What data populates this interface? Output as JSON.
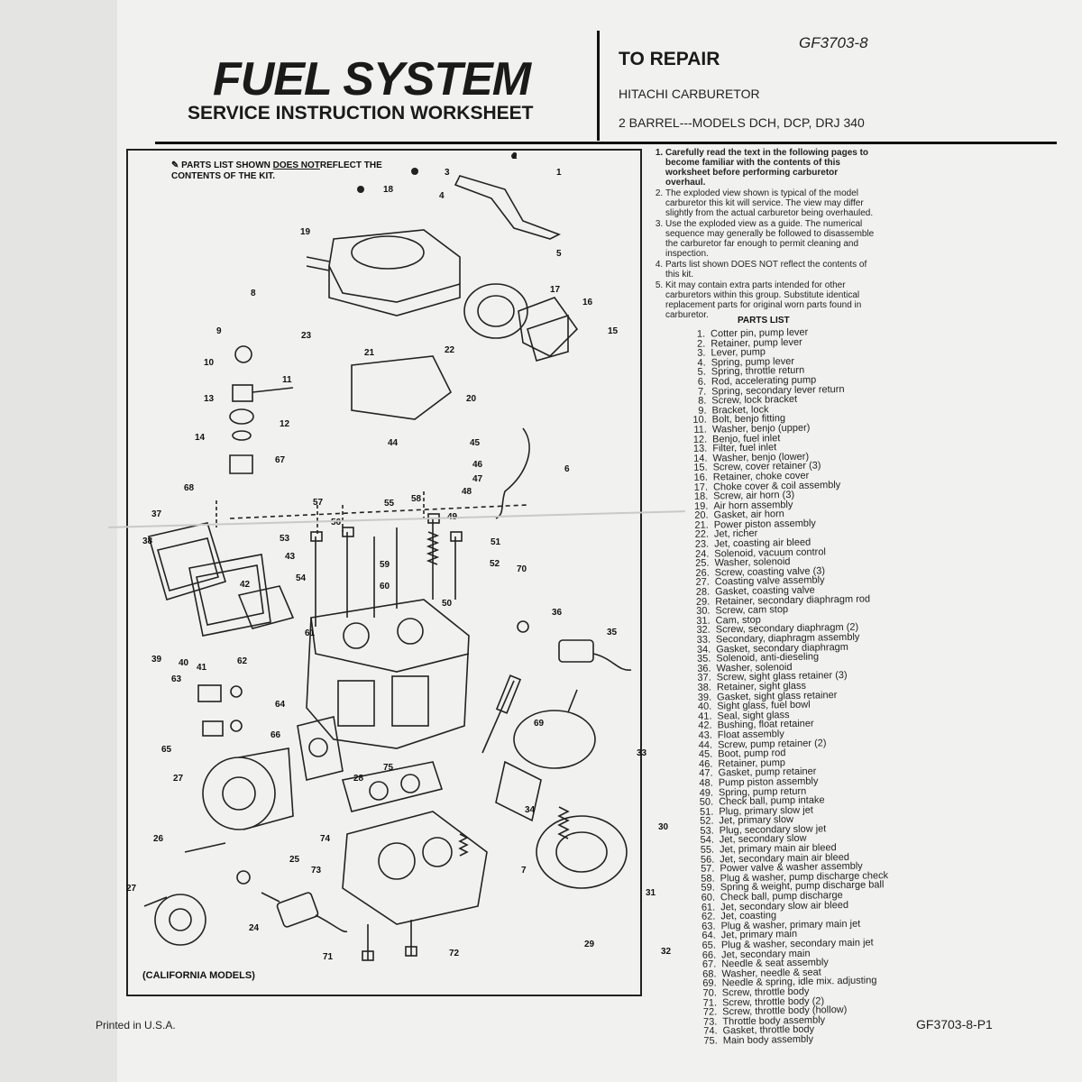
{
  "header": {
    "title": "FUEL SYSTEM",
    "subtitle": "SERVICE INSTRUCTION WORKSHEET",
    "repair_title": "TO REPAIR",
    "repair_line1": "HITACHI CARBURETOR",
    "repair_line2": "2 BARREL---MODELS DCH, DCP, DRJ 340",
    "doc_number": "GF3703-8"
  },
  "diagram": {
    "kit_note_prefix": "PARTS LIST SHOWN ",
    "kit_note_emph": "DOES NOT",
    "kit_note_suffix": "REFLECT THE CONTENTS OF THE KIT.",
    "california_label": "(CALIFORNIA MODELS)",
    "callouts": [
      "1",
      "2",
      "3",
      "4",
      "5",
      "6",
      "7",
      "8",
      "9",
      "10",
      "11",
      "12",
      "13",
      "14",
      "15",
      "16",
      "17",
      "18",
      "19",
      "20",
      "21",
      "22",
      "23",
      "24",
      "25",
      "26",
      "27",
      "28",
      "29",
      "30",
      "31",
      "32",
      "33",
      "34",
      "35",
      "36",
      "37",
      "38",
      "39",
      "40",
      "41",
      "42",
      "43",
      "44",
      "45",
      "46",
      "47",
      "48",
      "49",
      "50",
      "51",
      "52",
      "53",
      "54",
      "55",
      "56",
      "57",
      "58",
      "59",
      "60",
      "61",
      "62",
      "63",
      "64",
      "65",
      "66",
      "67",
      "68",
      "69",
      "70",
      "71",
      "72",
      "73",
      "74",
      "75",
      "27"
    ]
  },
  "instructions": [
    "Carefully read the text in the following pages to become familiar with the contents of this worksheet before performing carburetor overhaul.",
    "The exploded view shown is typical of the model carburetor this kit will service. The view may differ slightly from the actual carburetor being overhauled.",
    "Use the exploded view as a guide. The numerical sequence may generally be followed to disassemble the carburetor far enough to permit cleaning and inspection.",
    "Parts list shown DOES NOT reflect the contents of this kit.",
    "Kit may contain extra parts intended for other carburetors within this group. Substitute identical replacement parts for original worn parts found in carburetor."
  ],
  "parts_list_title": "PARTS LIST",
  "parts_list": [
    {
      "n": "1.",
      "t": "Cotter pin, pump lever"
    },
    {
      "n": "2.",
      "t": "Retainer, pump lever"
    },
    {
      "n": "3.",
      "t": "Lever, pump"
    },
    {
      "n": "4.",
      "t": "Spring, pump lever"
    },
    {
      "n": "5.",
      "t": "Spring, throttle return"
    },
    {
      "n": "6.",
      "t": "Rod, accelerating pump"
    },
    {
      "n": "7.",
      "t": "Spring, secondary lever return"
    },
    {
      "n": "8.",
      "t": "Screw, lock bracket"
    },
    {
      "n": "9.",
      "t": "Bracket, lock"
    },
    {
      "n": "10.",
      "t": "Bolt, benjo fitting"
    },
    {
      "n": "11.",
      "t": "Washer, benjo (upper)"
    },
    {
      "n": "12.",
      "t": "Benjo, fuel inlet"
    },
    {
      "n": "13.",
      "t": "Filter, fuel inlet"
    },
    {
      "n": "14.",
      "t": "Washer, benjo (lower)"
    },
    {
      "n": "15.",
      "t": "Screw, cover retainer (3)"
    },
    {
      "n": "16.",
      "t": "Retainer, choke cover"
    },
    {
      "n": "17.",
      "t": "Choke cover & coil assembly"
    },
    {
      "n": "18.",
      "t": "Screw, air horn (3)"
    },
    {
      "n": "19.",
      "t": "Air horn assembly"
    },
    {
      "n": "20.",
      "t": "Gasket, air horn"
    },
    {
      "n": "21.",
      "t": "Power piston assembly"
    },
    {
      "n": "22.",
      "t": "Jet, richer"
    },
    {
      "n": "23.",
      "t": "Jet, coasting air bleed"
    },
    {
      "n": "24.",
      "t": "Solenoid, vacuum control"
    },
    {
      "n": "25.",
      "t": "Washer, solenoid"
    },
    {
      "n": "26.",
      "t": "Screw, coasting valve (3)"
    },
    {
      "n": "27.",
      "t": "Coasting valve assembly"
    },
    {
      "n": "28.",
      "t": "Gasket, coasting valve"
    },
    {
      "n": "29.",
      "t": "Retainer, secondary diaphragm rod"
    },
    {
      "n": "30.",
      "t": "Screw, cam stop"
    },
    {
      "n": "31.",
      "t": "Cam, stop"
    },
    {
      "n": "32.",
      "t": "Screw, secondary diaphragm (2)"
    },
    {
      "n": "33.",
      "t": "Secondary, diaphragm assembly"
    },
    {
      "n": "34.",
      "t": "Gasket, secondary diaphragm"
    },
    {
      "n": "35.",
      "t": "Solenoid, anti-dieseling"
    },
    {
      "n": "36.",
      "t": "Washer, solenoid"
    },
    {
      "n": "37.",
      "t": "Screw, sight glass retainer (3)"
    },
    {
      "n": "38.",
      "t": "Retainer, sight glass"
    },
    {
      "n": "39.",
      "t": "Gasket, sight glass retainer"
    },
    {
      "n": "40.",
      "t": "Sight glass, fuel bowl"
    },
    {
      "n": "41.",
      "t": "Seal, sight glass"
    },
    {
      "n": "42.",
      "t": "Bushing, float retainer"
    },
    {
      "n": "43.",
      "t": "Float assembly"
    },
    {
      "n": "44.",
      "t": "Screw, pump retainer (2)"
    },
    {
      "n": "45.",
      "t": "Boot, pump rod"
    },
    {
      "n": "46.",
      "t": "Retainer, pump"
    },
    {
      "n": "47.",
      "t": "Gasket, pump retainer"
    },
    {
      "n": "48.",
      "t": "Pump piston assembly"
    },
    {
      "n": "49.",
      "t": "Spring, pump return"
    },
    {
      "n": "50.",
      "t": "Check ball, pump intake"
    },
    {
      "n": "51.",
      "t": "Plug, primary slow jet"
    },
    {
      "n": "52.",
      "t": "Jet, primary slow"
    },
    {
      "n": "53.",
      "t": "Plug, secondary slow jet"
    },
    {
      "n": "54.",
      "t": "Jet, secondary slow"
    },
    {
      "n": "55.",
      "t": "Jet, primary main air bleed"
    },
    {
      "n": "56.",
      "t": "Jet, secondary main air bleed"
    },
    {
      "n": "57.",
      "t": "Power valve & washer assembly"
    },
    {
      "n": "58.",
      "t": "Plug & washer, pump discharge check"
    },
    {
      "n": "59.",
      "t": "Spring & weight, pump discharge ball"
    },
    {
      "n": "60.",
      "t": "Check ball, pump discharge"
    },
    {
      "n": "61.",
      "t": "Jet, secondary slow air bleed"
    },
    {
      "n": "62.",
      "t": "Jet, coasting"
    },
    {
      "n": "63.",
      "t": "Plug & washer, primary main jet"
    },
    {
      "n": "64.",
      "t": "Jet, primary main"
    },
    {
      "n": "65.",
      "t": "Plug & washer, secondary main jet"
    },
    {
      "n": "66.",
      "t": "Jet, secondary main"
    },
    {
      "n": "67.",
      "t": "Needle & seat assembly"
    },
    {
      "n": "68.",
      "t": "Washer, needle & seat"
    },
    {
      "n": "69.",
      "t": "Needle & spring, idle mix. adjusting"
    },
    {
      "n": "70.",
      "t": "Screw, throttle body"
    },
    {
      "n": "71.",
      "t": "Screw, throttle body (2)"
    },
    {
      "n": "72.",
      "t": "Screw, throttle body (hollow)"
    },
    {
      "n": "73.",
      "t": "Throttle body assembly"
    },
    {
      "n": "74.",
      "t": "Gasket, throttle body"
    },
    {
      "n": "75.",
      "t": "Main body assembly"
    }
  ],
  "footer": {
    "printed": "Printed in U.S.A.",
    "page_code": "GF3703-8-P1"
  }
}
